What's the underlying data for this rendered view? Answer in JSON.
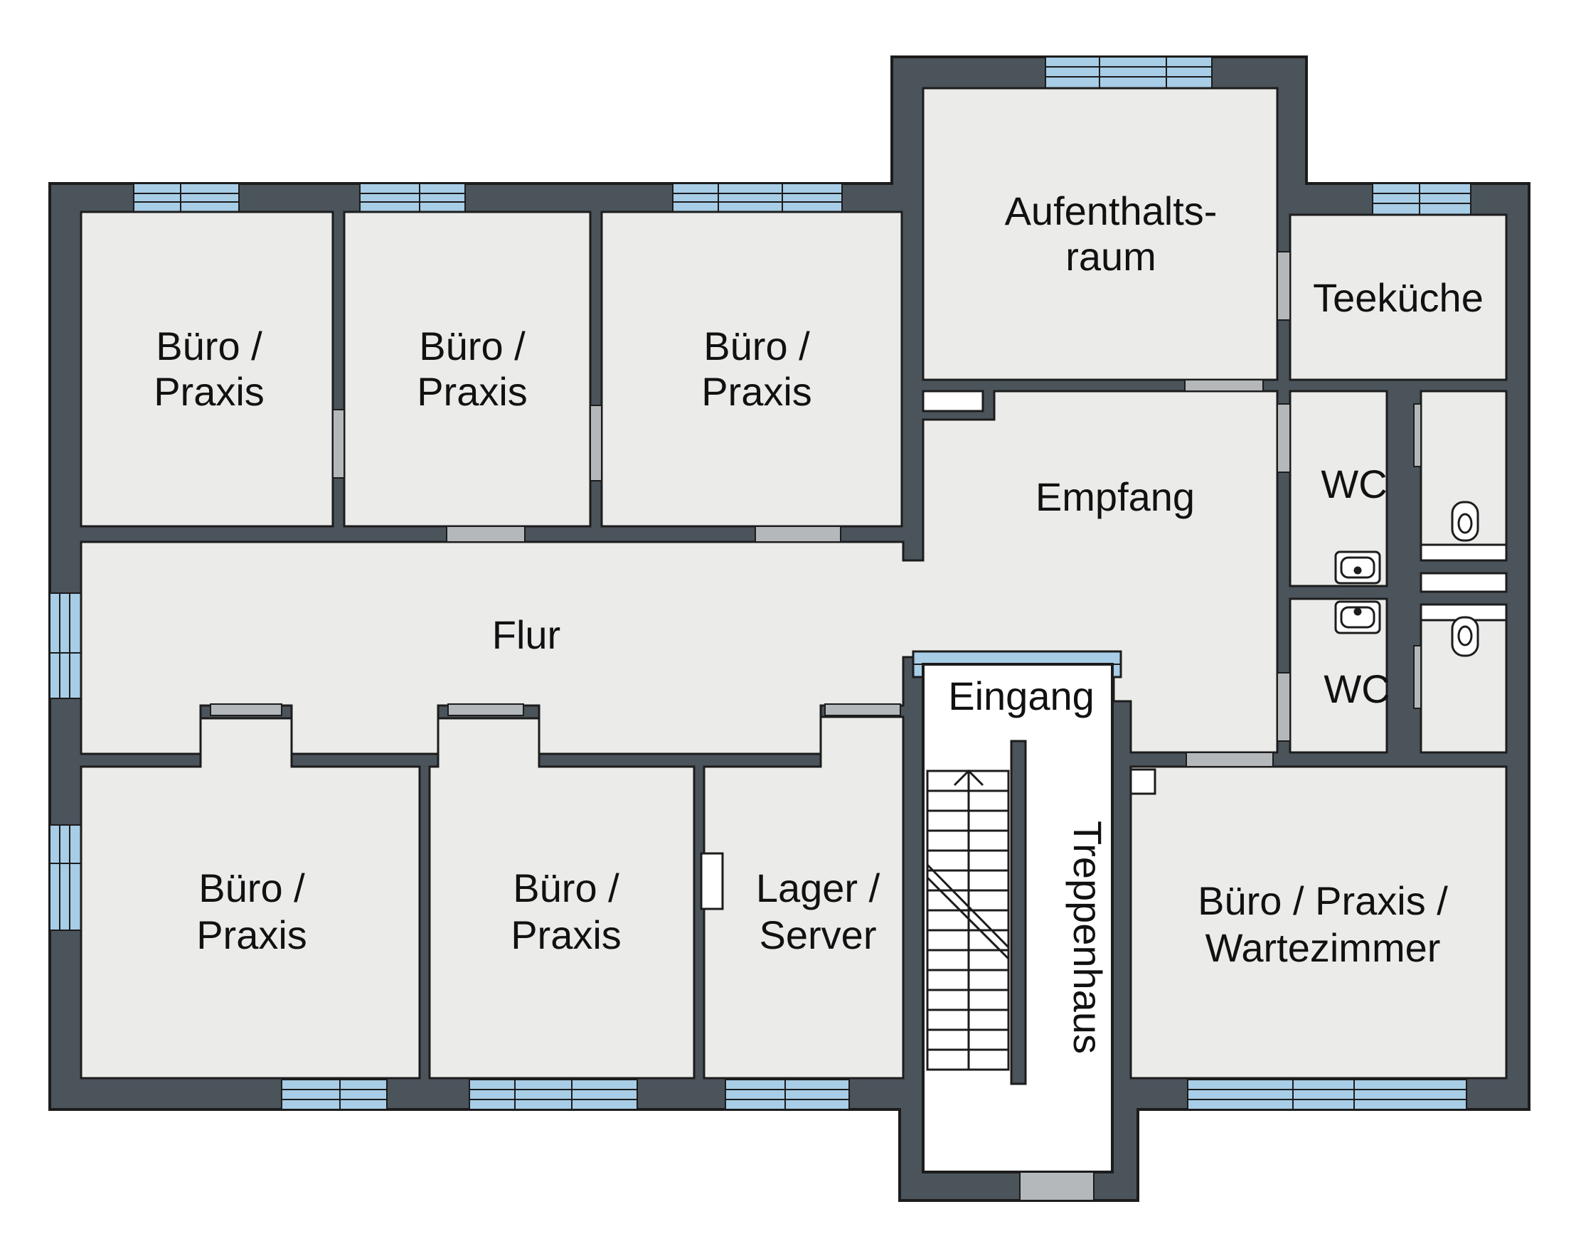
{
  "colors": {
    "wall": "#4b545b",
    "outline": "#1c1c1c",
    "floor": "#ebebea",
    "window": "#a8cde6",
    "door": "#b4b8bb",
    "stair_bg": "#ffffff",
    "text": "#111111"
  },
  "rooms": {
    "buero1": {
      "line1": "Büro /",
      "line2": "Praxis"
    },
    "buero2": {
      "line1": "Büro /",
      "line2": "Praxis"
    },
    "buero3": {
      "line1": "Büro /",
      "line2": "Praxis"
    },
    "aufenthalt": {
      "line1": "Aufenthalts-",
      "line2": "raum"
    },
    "teekueche": {
      "label": "Teeküche"
    },
    "empfang": {
      "label": "Empfang"
    },
    "wc1": {
      "label": "WC"
    },
    "wc2": {
      "label": "WC"
    },
    "flur": {
      "label": "Flur"
    },
    "eingang": {
      "label": "Eingang"
    },
    "buero4": {
      "line1": "Büro /",
      "line2": "Praxis"
    },
    "buero5": {
      "line1": "Büro /",
      "line2": "Praxis"
    },
    "lager": {
      "line1": "Lager /",
      "line2": "Server"
    },
    "treppenhaus": {
      "label": "Treppenhaus"
    },
    "buero6": {
      "line1": "Büro / Praxis /",
      "line2": "Wartezimmer"
    }
  },
  "icons": {
    "stair_direction": "arrow-up-icon",
    "toilet": "toilet-icon",
    "sink": "sink-icon"
  }
}
